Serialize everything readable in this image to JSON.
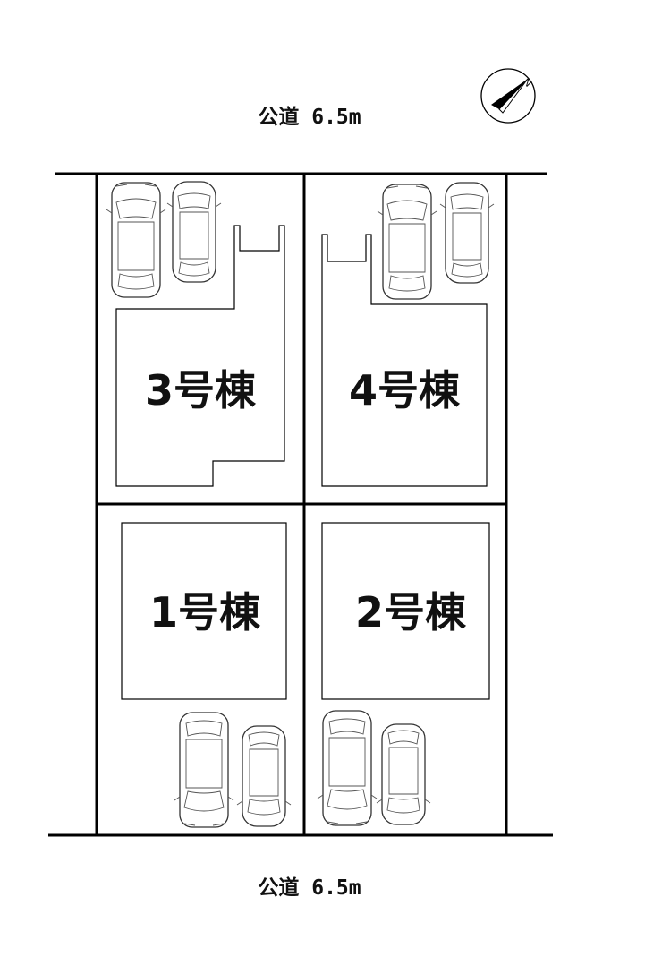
{
  "roads": {
    "north": "公道 6.5m",
    "south": "公道 6.5m"
  },
  "compass": {
    "label": "N",
    "icon": "north-arrow-icon"
  },
  "buildings": [
    {
      "id": "building-3",
      "label": "3号棟"
    },
    {
      "id": "building-4",
      "label": "4号棟"
    },
    {
      "id": "building-1",
      "label": "1号棟"
    },
    {
      "id": "building-2",
      "label": "2号棟"
    }
  ],
  "colors": {
    "line": "#000000",
    "background": "#ffffff"
  }
}
